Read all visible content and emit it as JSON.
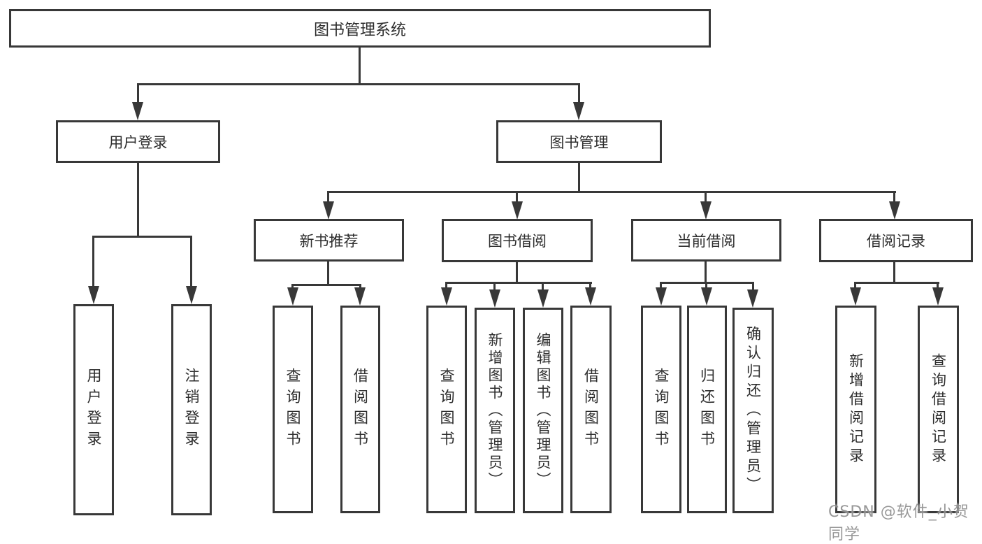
{
  "diagram": {
    "root": "图书管理系统",
    "branches": [
      {
        "label": "用户登录",
        "leaves": [
          "用户登录",
          "注销登录"
        ]
      },
      {
        "label": "图书管理",
        "groups": [
          {
            "label": "新书推荐",
            "leaves": [
              "查询图书",
              "借阅图书"
            ]
          },
          {
            "label": "图书借阅",
            "leaves": [
              "查询图书",
              "新增图书（管理员）",
              "编辑图书（管理员）",
              "借阅图书"
            ]
          },
          {
            "label": "当前借阅",
            "leaves": [
              "查询图书",
              "归还图书",
              "确认归还（管理员）"
            ]
          },
          {
            "label": "借阅记录",
            "leaves": [
              "新增借阅记录",
              "查询借阅记录"
            ]
          }
        ]
      }
    ]
  },
  "watermark": {
    "text": "CSDN @软件_小贺同学"
  },
  "colors": {
    "line": "#383838",
    "text": "#2d2d2d",
    "background": "#ffffff",
    "watermark": "#8a8a8a"
  }
}
